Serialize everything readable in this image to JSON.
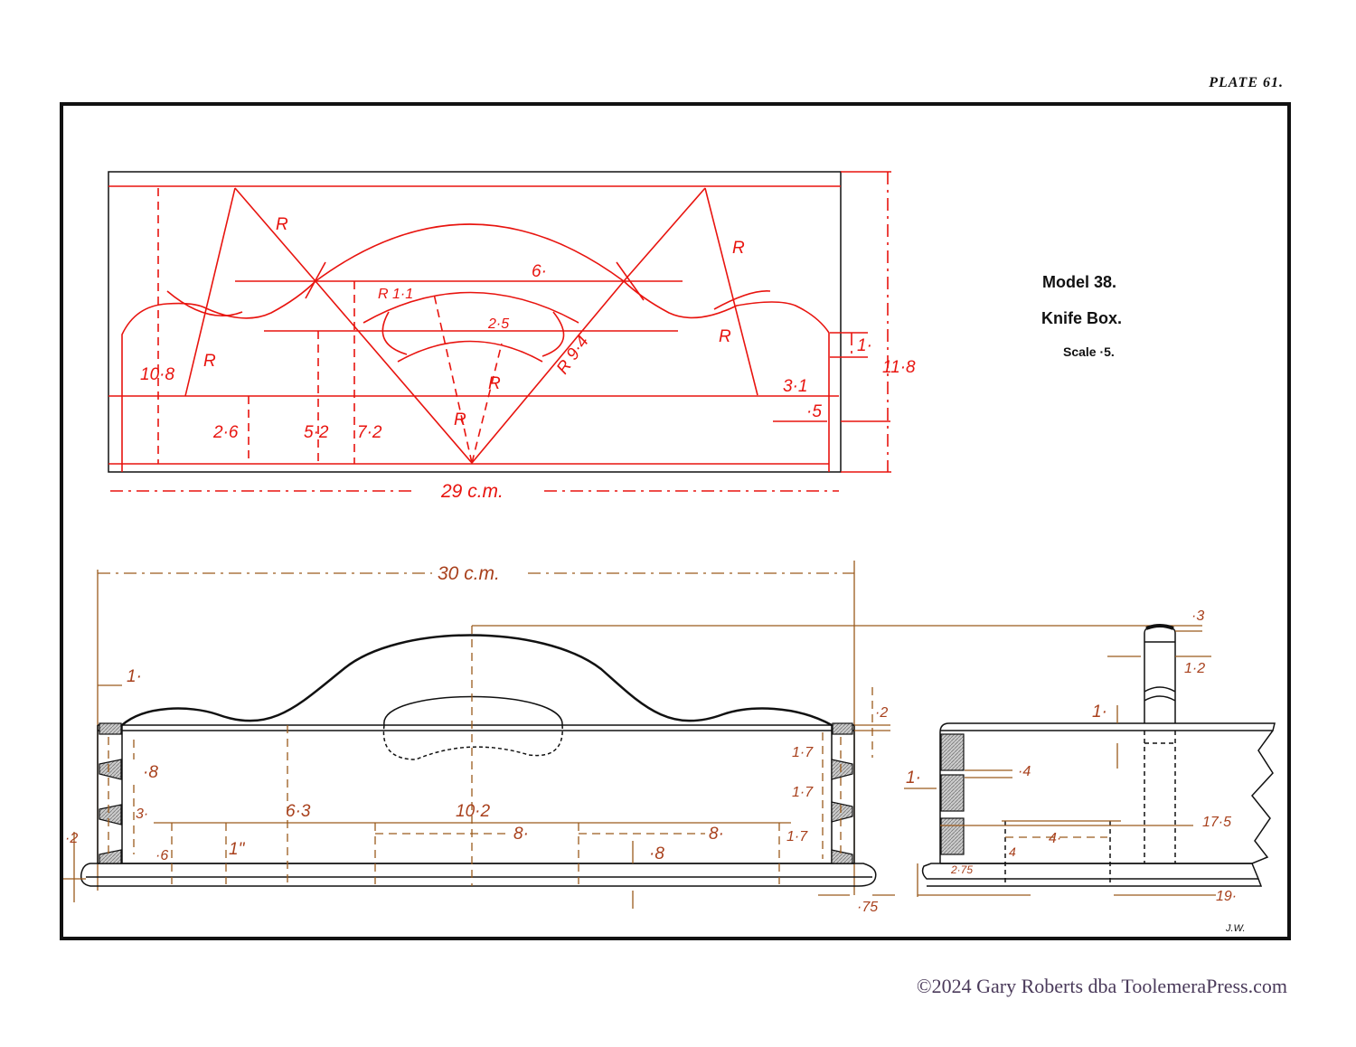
{
  "header": {
    "plate": "PLATE 61."
  },
  "title_block": {
    "model": "Model 38.",
    "name": "Knife Box.",
    "scale": "Scale ·5."
  },
  "plan": {
    "labels": [
      "R",
      "R",
      "R",
      "R",
      "R",
      "R",
      "6·",
      "2·5",
      "R 1·1",
      "R 9·4",
      "10·8",
      "2·6",
      "5·2",
      "7·2",
      "3·1",
      "·5",
      "1·",
      "11·8",
      "29 c.m."
    ]
  },
  "front": {
    "labels": [
      "30 c.m.",
      "1·",
      "·8",
      "3·",
      "·2",
      "·6",
      "1\"",
      "6·3",
      "10·2",
      "8·",
      "8·",
      "·8",
      "1·7",
      "1·7",
      "1·7",
      "·2",
      "·75"
    ]
  },
  "side": {
    "labels": [
      "·3",
      "1·2",
      "1·",
      "·4",
      "1·",
      "17·5",
      "4·",
      "4",
      "2·75",
      "19·"
    ]
  },
  "signature": "J.W.",
  "copyright": "©2024 Gary Roberts dba ToolemeraPress.com",
  "colors": {
    "construction": "#e8140f",
    "dimension": "#9a5a1c",
    "ink": "#111111"
  }
}
